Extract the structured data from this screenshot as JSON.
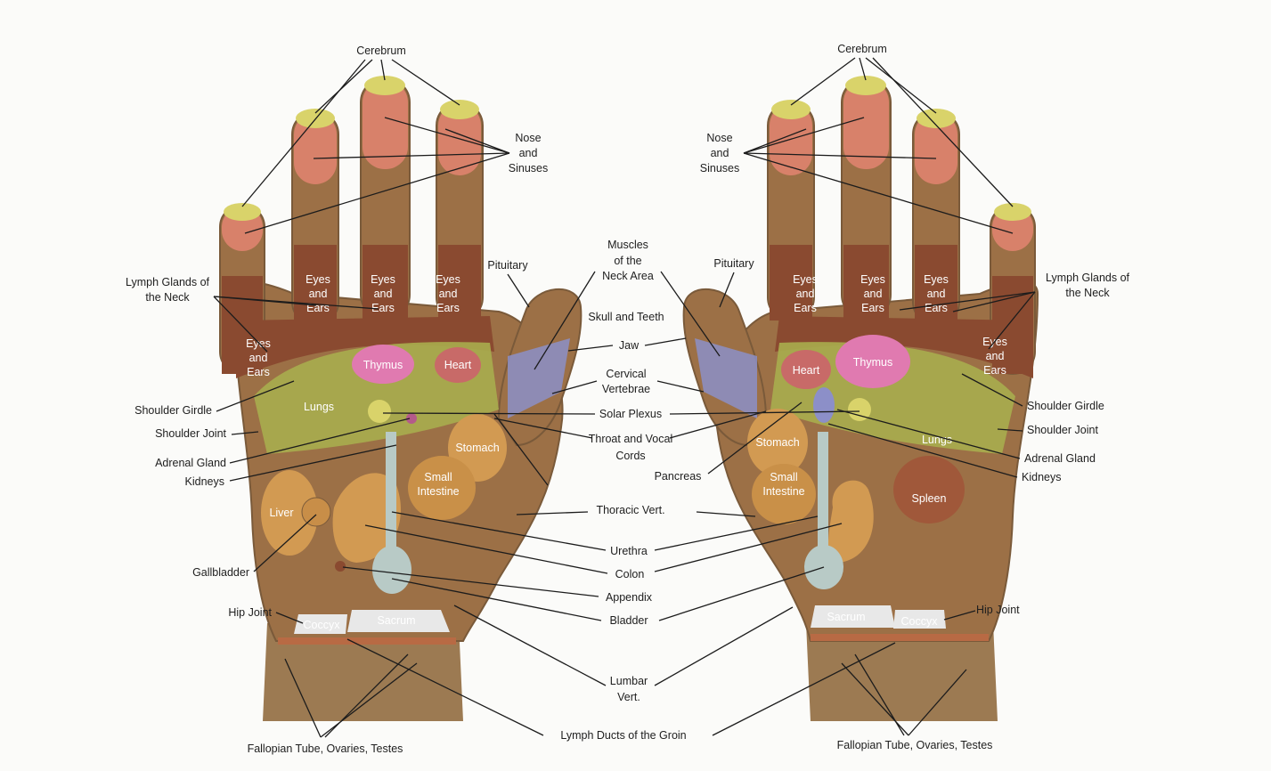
{
  "labels": {
    "cerebrum": "Cerebrum",
    "nose_and_sinuses": [
      "Nose",
      "and",
      "Sinuses"
    ],
    "pituitary": "Pituitary",
    "muscles_neck": [
      "Muscles",
      "of the",
      "Neck Area"
    ],
    "skull_teeth": "Skull and Teeth",
    "jaw": "Jaw",
    "cervical": [
      "Cervical",
      "Vertebrae"
    ],
    "solar_plexus": "Solar Plexus",
    "throat": [
      "Throat and Vocal",
      "Cords"
    ],
    "thoracic": "Thoracic Vert.",
    "urethra": "Urethra",
    "colon": "Colon",
    "appendix": "Appendix",
    "bladder": "Bladder",
    "lumbar": [
      "Lumbar",
      "Vert."
    ],
    "lymph_groin": "Lymph Ducts of the Groin",
    "lymph_neck": [
      "Lymph Glands of",
      "the Neck"
    ],
    "shoulder_girdle": "Shoulder Girdle",
    "shoulder_joint": "Shoulder Joint",
    "adrenal_gland": "Adrenal Gland",
    "kidneys": "Kidneys",
    "gallbladder": "Gallbladder",
    "hip_joint": "Hip Joint",
    "fallopian": "Fallopian Tube, Ovaries, Testes",
    "pancreas": "Pancreas"
  },
  "inner": {
    "eyes_ears": [
      "Eyes",
      "and",
      "Ears"
    ],
    "thymus": "Thymus",
    "heart": "Heart",
    "lungs": "Lungs",
    "stomach": "Stomach",
    "small_intestine": [
      "Small",
      "Intestine"
    ],
    "liver": "Liver",
    "spleen": "Spleen",
    "sacrum": "Sacrum",
    "coccyx": "Coccyx"
  },
  "colors": {
    "skin": "#9c7046",
    "finger_tip": "#d9d36a",
    "finger_top": "#d8816a",
    "finger_base": "#8a4a30",
    "lungs": "#a9ad4e",
    "thymus": "#e07ab0",
    "heart": "#c86a68",
    "organ": "#d29a52",
    "spine": "#8c8fc8",
    "bladder": "#b8cac6",
    "band": "#b86a44"
  }
}
